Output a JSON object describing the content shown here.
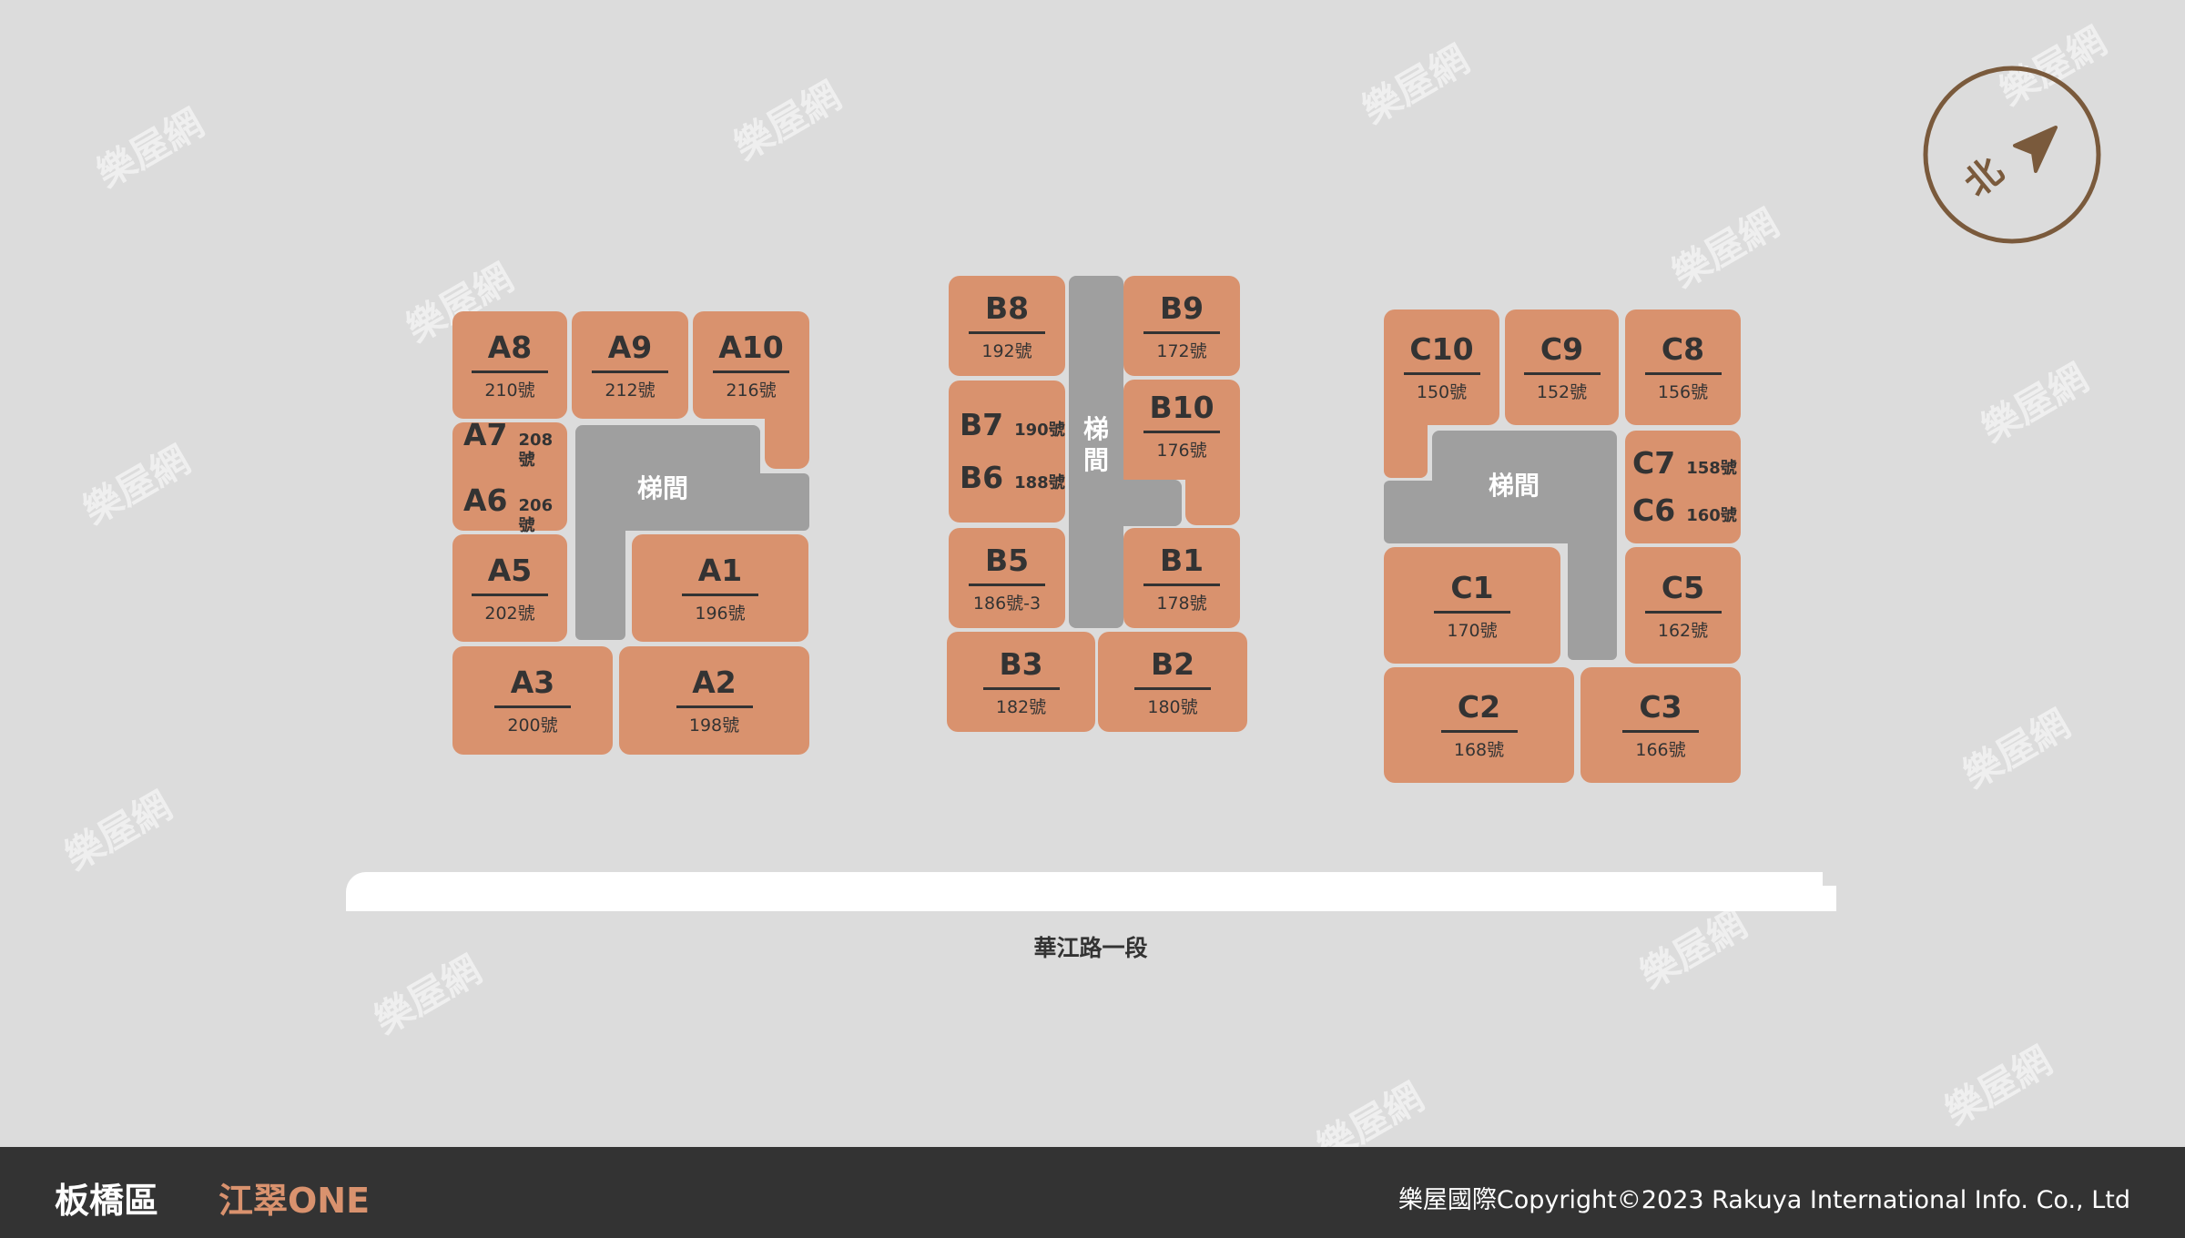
{
  "stair_label": "梯間",
  "stair_label_vertical": [
    "梯",
    "間"
  ],
  "road_name": "華江路一段",
  "compass": {
    "label": "北",
    "color": "#7a5a3c"
  },
  "watermark": "樂屋網",
  "colors": {
    "unit": "#d9926e",
    "stair": "#9f9f9f",
    "background": "#dcdcdc",
    "footer": "#333333"
  },
  "units": {
    "A8": {
      "code": "A8",
      "num": "210號"
    },
    "A9": {
      "code": "A9",
      "num": "212號"
    },
    "A10": {
      "code": "A10",
      "num": "216號"
    },
    "A7": {
      "code": "A7",
      "num": "208號"
    },
    "A6": {
      "code": "A6",
      "num": "206號"
    },
    "A5": {
      "code": "A5",
      "num": "202號"
    },
    "A1": {
      "code": "A1",
      "num": "196號"
    },
    "A3": {
      "code": "A3",
      "num": "200號"
    },
    "A2": {
      "code": "A2",
      "num": "198號"
    },
    "B8": {
      "code": "B8",
      "num": "192號"
    },
    "B9": {
      "code": "B9",
      "num": "172號"
    },
    "B7": {
      "code": "B7",
      "num": "190號"
    },
    "B6": {
      "code": "B6",
      "num": "188號"
    },
    "B10": {
      "code": "B10",
      "num": "176號"
    },
    "B5": {
      "code": "B5",
      "num": "186號-3"
    },
    "B1": {
      "code": "B1",
      "num": "178號"
    },
    "B3": {
      "code": "B3",
      "num": "182號"
    },
    "B2": {
      "code": "B2",
      "num": "180號"
    },
    "C10": {
      "code": "C10",
      "num": "150號"
    },
    "C9": {
      "code": "C9",
      "num": "152號"
    },
    "C8": {
      "code": "C8",
      "num": "156號"
    },
    "C7": {
      "code": "C7",
      "num": "158號"
    },
    "C6": {
      "code": "C6",
      "num": "160號"
    },
    "C1": {
      "code": "C1",
      "num": "170號"
    },
    "C5": {
      "code": "C5",
      "num": "162號"
    },
    "C2": {
      "code": "C2",
      "num": "168號"
    },
    "C3": {
      "code": "C3",
      "num": "166號"
    }
  },
  "footer": {
    "district": "板橋區",
    "project": "江翠ONE",
    "copyright": "樂屋國際Copyright©2023 Rakuya International Info. Co., Ltd"
  }
}
